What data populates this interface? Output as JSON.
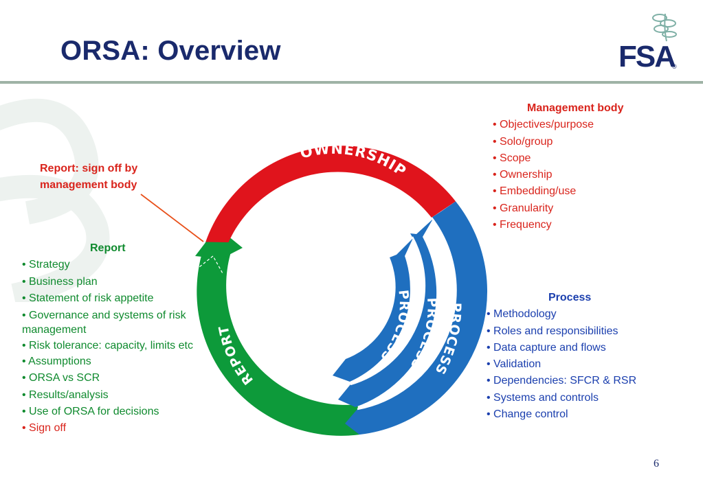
{
  "title": "ORSA: Overview",
  "logo": {
    "text": "FSA",
    "mark": "®"
  },
  "page_number": "6",
  "callout": {
    "line1": "Report: sign off by",
    "line2": "management body"
  },
  "cycle_labels": {
    "ownership": "OWNERSHIP",
    "process": "PROCESS",
    "report": "REPORT"
  },
  "management_body": {
    "heading": "Management body",
    "items": [
      "• Objectives/purpose",
      "• Solo/group",
      "• Scope",
      "• Ownership",
      "• Embedding/use",
      "• Granularity",
      "• Frequency"
    ]
  },
  "process": {
    "heading": "Process",
    "items": [
      "• Methodology",
      "• Roles and responsibilities",
      "• Data capture and flows",
      "• Validation",
      "• Dependencies: SFCR & RSR",
      "• Systems and controls",
      "• Change control"
    ]
  },
  "report": {
    "heading": "Report",
    "items": [
      "• Strategy",
      "• Business plan",
      "• Statement of risk appetite",
      "• Governance and systems of risk management",
      "• Risk tolerance: capacity, limits etc",
      "• Assumptions",
      "• ORSA vs SCR",
      "• Results/analysis",
      "• Use of ORSA for decisions"
    ],
    "signoff": "• Sign off"
  },
  "colors": {
    "title": "#1a2a6c",
    "ownership": "#e0141c",
    "process": "#1f6fbf",
    "report": "#0d9a3a",
    "management_text": "#d9241c",
    "process_text": "#1b3fae",
    "report_text": "#0f8a2e"
  }
}
